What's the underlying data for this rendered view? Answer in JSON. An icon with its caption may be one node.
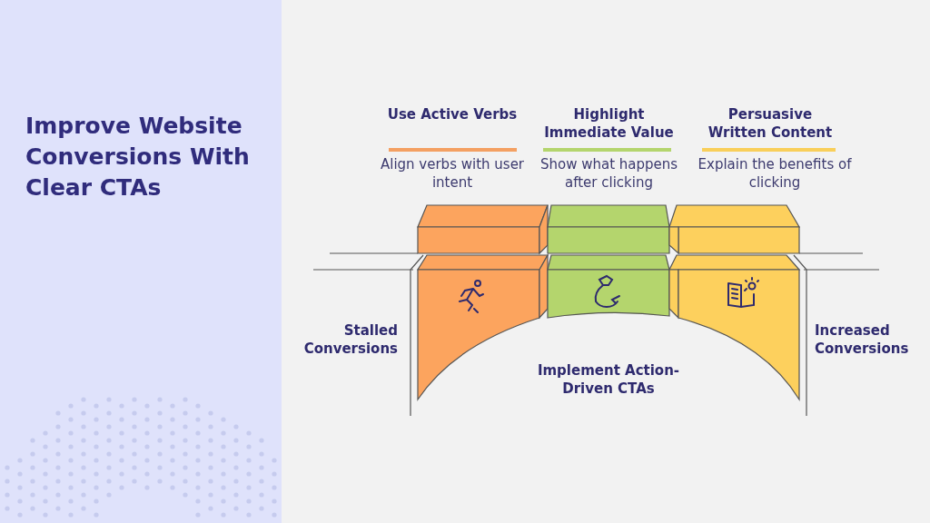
{
  "diagram": {
    "title": "Improve Website Conversions With Clear CTAs",
    "labels": [
      "Use Active Verbs",
      "Highlight Immediate Value",
      "Persuasive Written Content",
      "Align verbs with user intent",
      "Show what happens after clicking",
      "Explain the benefits of clicking",
      "Stalled Conversions",
      "Increased Conversions",
      "Implement Action-Driven CTAs"
    ]
  }
}
